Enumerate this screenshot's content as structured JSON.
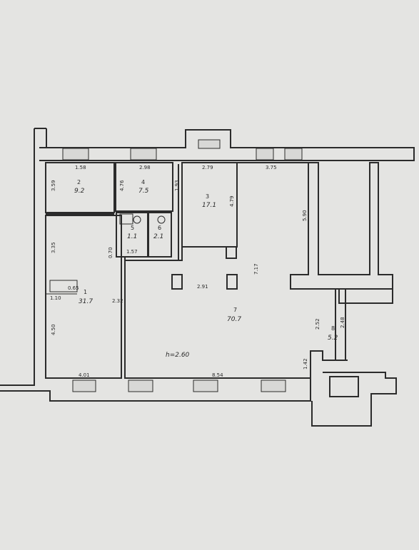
{
  "plan": {
    "rooms": [
      {
        "id": "r2",
        "number": "2",
        "area": "9.2"
      },
      {
        "id": "r4",
        "number": "4",
        "area": "7.5"
      },
      {
        "id": "r3",
        "number": "3",
        "area": "17.1"
      },
      {
        "id": "r1",
        "number": "1",
        "area": "31.7"
      },
      {
        "id": "r5a",
        "number": "5",
        "area": "1.1"
      },
      {
        "id": "r6",
        "number": "6",
        "area": "2.1"
      },
      {
        "id": "r7",
        "number": "7",
        "area": "70.7"
      },
      {
        "id": "r8",
        "number": "8",
        "area": "5.2"
      }
    ],
    "dimensions": {
      "d_158": "1.58",
      "d_298": "2.98",
      "d_279": "2.79",
      "d_375": "3.75",
      "d_359": "3.59",
      "d_476": "4.76",
      "d_193": "1.93",
      "d_479": "4.79",
      "d_590": "5.90",
      "d_335": "3.35",
      "d_157": "1.57",
      "d_070": "0.70",
      "d_0565": "0.65",
      "d_110": "1.10",
      "d_717": "7.17",
      "d_291": "2.91",
      "d_450": "4.50",
      "d_252": "2.52",
      "d_248": "2.48",
      "d_401": "4.01",
      "d_854": "8.54",
      "d_142": "1.42",
      "d_ceiling": "h=2.60",
      "d_232": "2.32"
    },
    "colors": {
      "wall": "#2b2b2b",
      "paper": "#e4e4e2",
      "line": "#3a3a3a"
    }
  }
}
